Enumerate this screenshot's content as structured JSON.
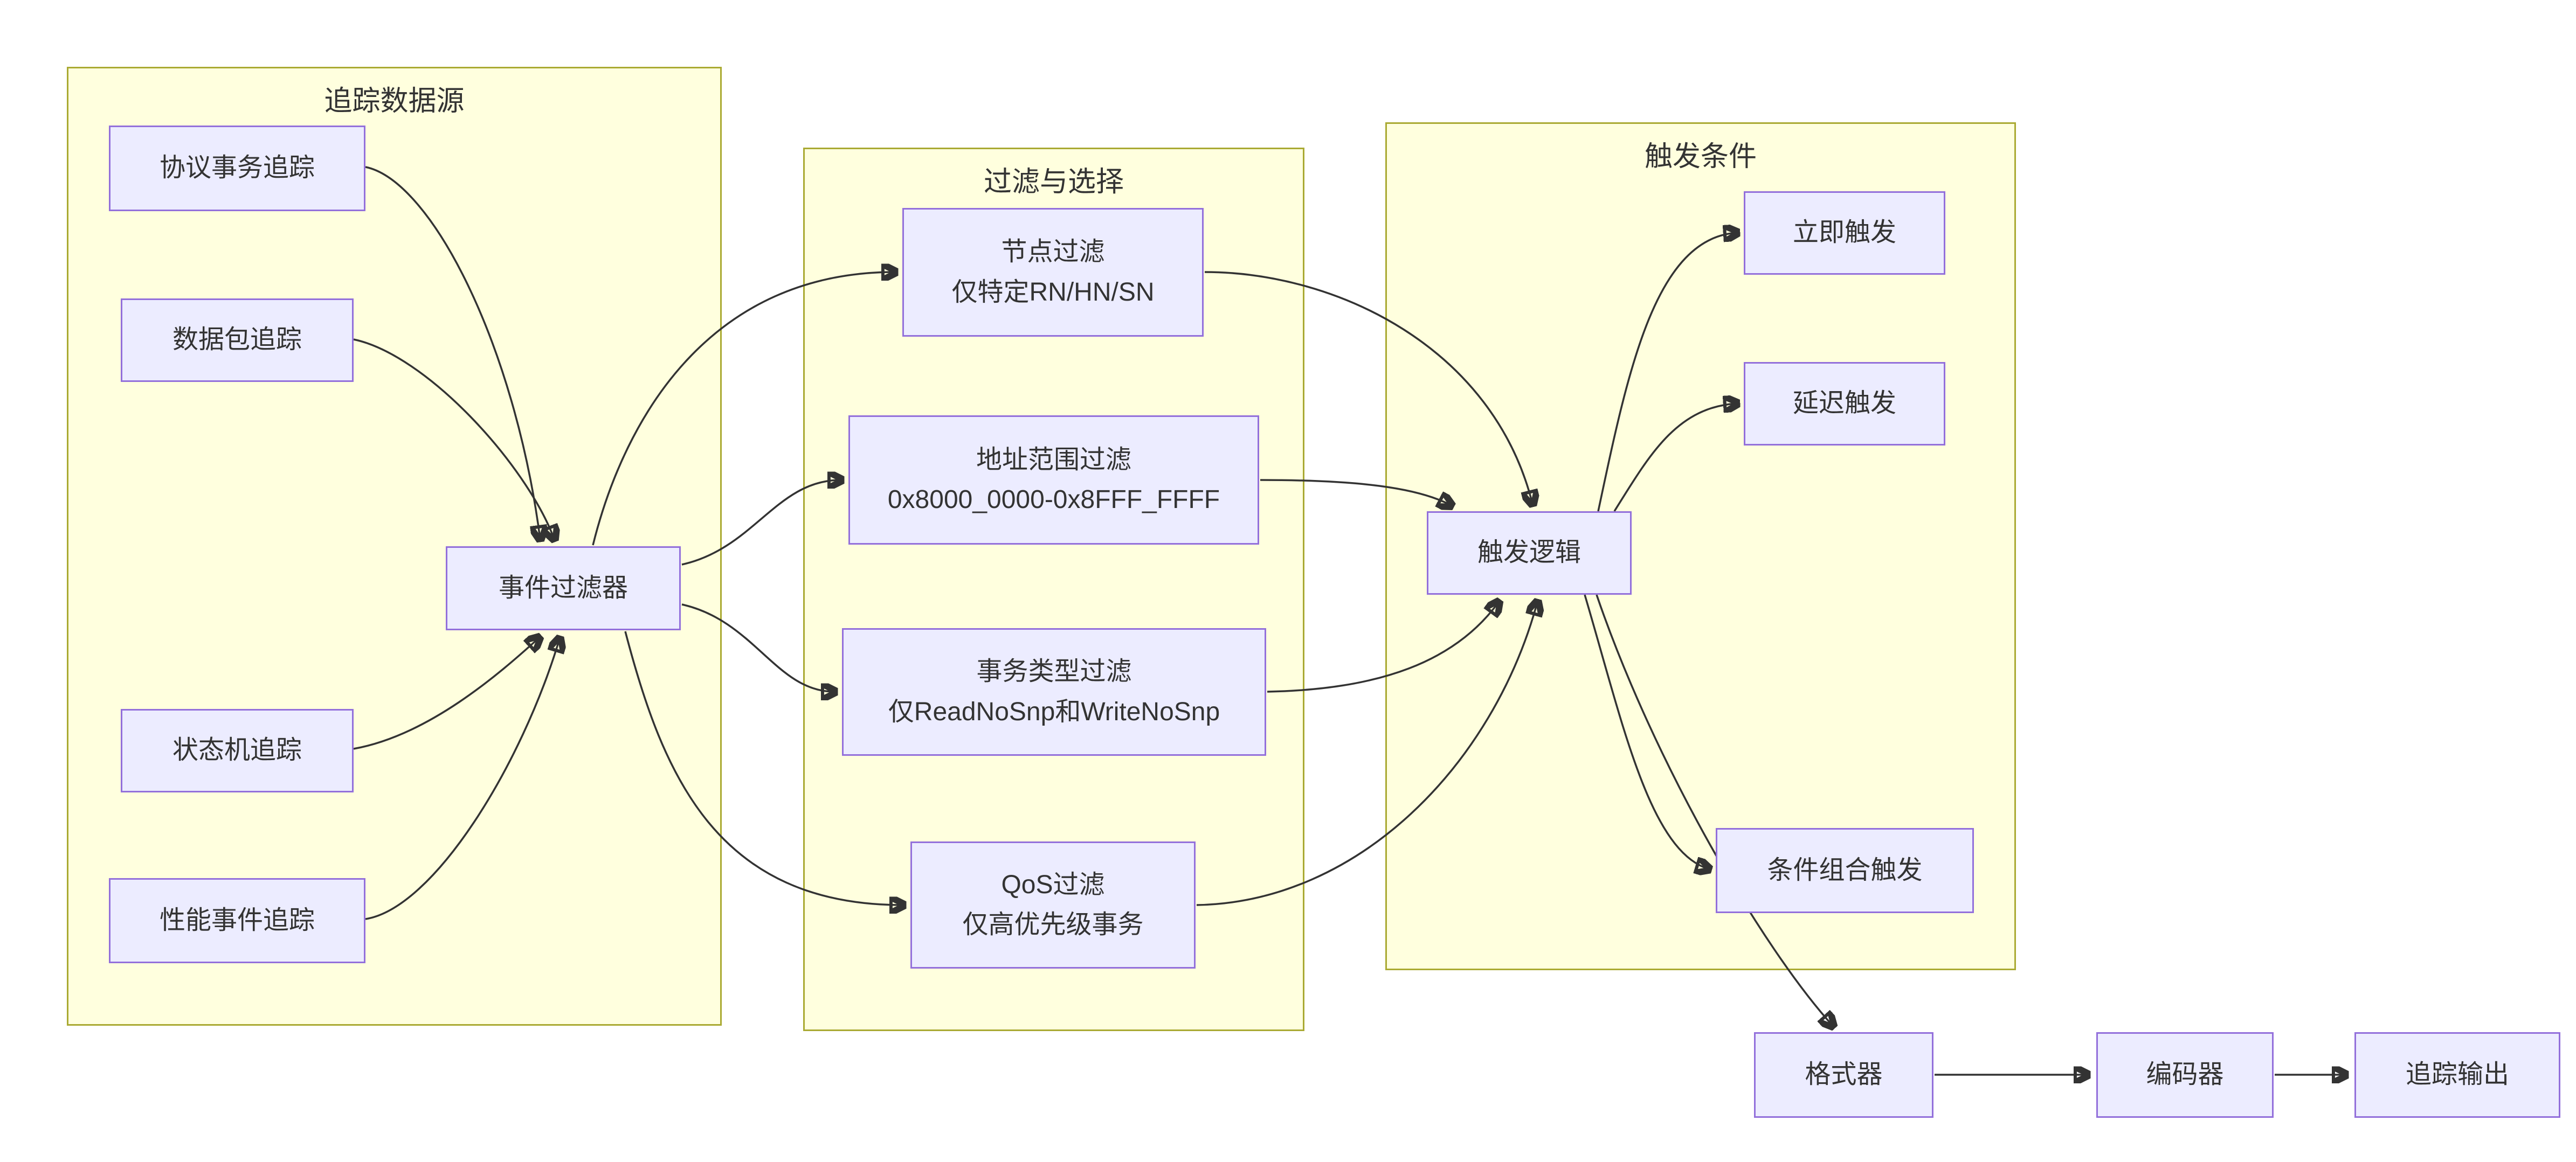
{
  "diagram": {
    "clusters": {
      "sources": {
        "title": "追踪数据源"
      },
      "filter": {
        "title": "过滤与选择"
      },
      "trigger": {
        "title": "触发条件"
      }
    },
    "nodes": {
      "protocol": {
        "label": "协议事务追踪"
      },
      "packet": {
        "label": "数据包追踪"
      },
      "event_filter": {
        "label": "事件过滤器"
      },
      "state_machine": {
        "label": "状态机追踪"
      },
      "perf_event": {
        "label": "性能事件追踪"
      },
      "node_filter": {
        "label": "节点过滤",
        "detail": "仅特定RN/HN/SN"
      },
      "addr_filter": {
        "label": "地址范围过滤",
        "detail": "0x8000_0000-0x8FFF_FFFF"
      },
      "type_filter": {
        "label": "事务类型过滤",
        "detail": "仅ReadNoSnp和WriteNoSnp"
      },
      "qos_filter": {
        "label": "QoS过滤",
        "detail": "仅高优先级事务"
      },
      "imm_trigger": {
        "label": "立即触发"
      },
      "delay_trigger": {
        "label": "延迟触发"
      },
      "trigger_logic": {
        "label": "触发逻辑"
      },
      "comb_trigger": {
        "label": "条件组合触发"
      },
      "formatter": {
        "label": "格式器"
      },
      "encoder": {
        "label": "编码器"
      },
      "trace_output": {
        "label": "追踪输出"
      }
    },
    "colors": {
      "node_fill": "#ECECFF",
      "node_border": "#9370DB",
      "cluster_fill": "#ffffde",
      "cluster_border": "#aaaa33",
      "edge": "#333333",
      "text": "#333333"
    }
  }
}
